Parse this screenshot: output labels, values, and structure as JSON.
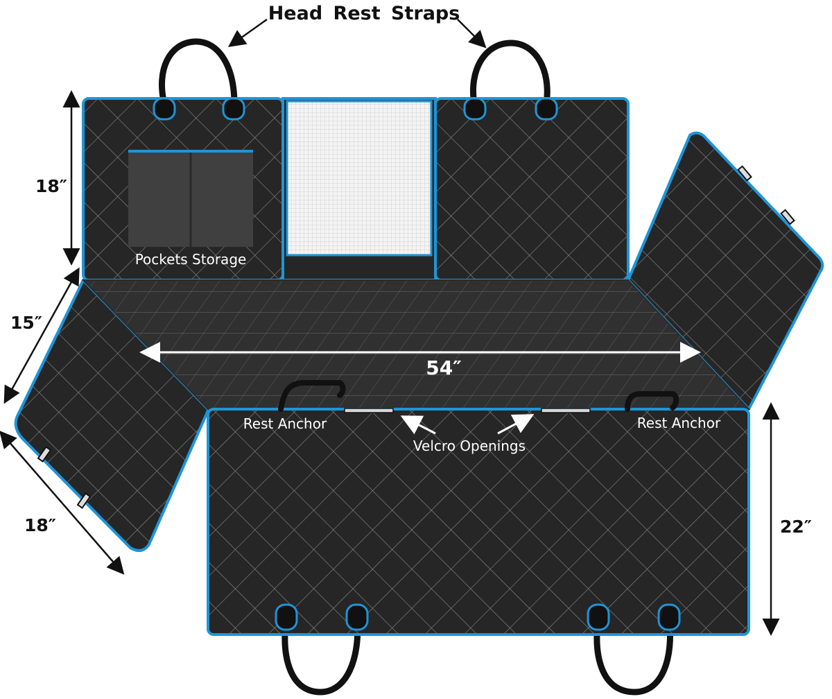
{
  "labels": {
    "head_rest_straps": "Head Rest Straps",
    "pockets_storage": "Pockets Storage",
    "rest_anchor_left": "Rest Anchor",
    "rest_anchor_right": "Rest Anchor",
    "velcro_openings": "Velcro Openings",
    "width_54": "54″",
    "dim_back_height": "18″",
    "dim_side_top": "15″",
    "dim_side_bottom": "18″",
    "dim_bottom_height": "22″"
  },
  "colors": {
    "fabric": "#262626",
    "quilt_line": "#8a8a8a",
    "trim": "#1e95d8",
    "strap": "#111111",
    "mesh": "#f1f1f1",
    "pocket": "#404040",
    "text_dark": "#111111",
    "text_light": "#ffffff"
  }
}
